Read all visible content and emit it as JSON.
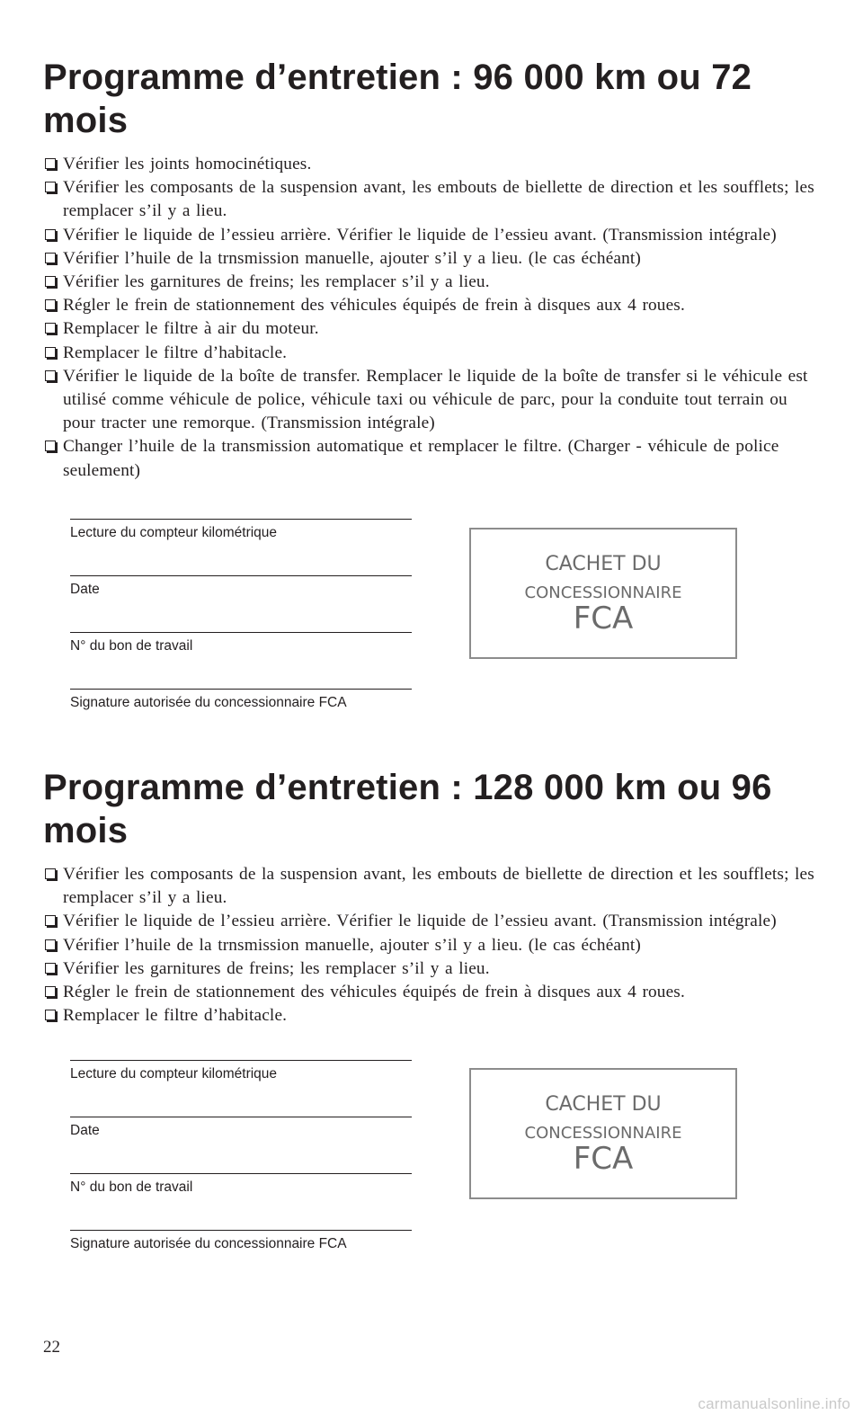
{
  "sections": [
    {
      "title": "Programme d’entretien : 96 000 km ou 72 mois",
      "items": [
        "Vérifier les joints homocinétiques.",
        "Vérifier les composants de la suspension avant, les embouts de biellette de direction et les soufflets; les remplacer s’il y a lieu.",
        "Vérifier le liquide de l’essieu arrière. Vérifier le liquide de l’essieu avant. (Transmission intégrale)",
        "Vérifier l’huile de la trnsmission manuelle, ajouter s’il y a lieu. (le cas échéant)",
        "Vérifier les garnitures de freins; les remplacer s’il y a lieu.",
        "Régler le frein de stationnement des véhicules équipés de frein à disques aux 4 roues.",
        "Remplacer le filtre à air du moteur.",
        "Remplacer le filtre d’habitacle.",
        "Vérifier le liquide de la boîte de transfer. Remplacer le liquide de la boîte de transfer si le véhicule est utilisé comme véhicule de police, véhicule taxi ou véhicule de parc, pour la conduite tout terrain ou pour tracter une remorque. (Transmission intégrale)",
        "Changer l’huile de la transmission automatique et remplacer le filtre. (Charger - véhicule de police seulement)"
      ]
    },
    {
      "title": "Programme d’entretien : 128 000 km ou 96 mois",
      "items": [
        "Vérifier les composants de la suspension avant, les embouts de biellette de direction et les soufflets; les remplacer s’il y a lieu.",
        "Vérifier le liquide de l’essieu arrière. Vérifier le liquide de l’essieu avant. (Transmission intégrale)",
        "Vérifier l’huile de la trnsmission manuelle, ajouter s’il y a lieu. (le cas échéant)",
        "Vérifier les garnitures de freins; les remplacer s’il y a lieu.",
        "Régler le frein de stationnement des véhicules équipés de frein à disques aux 4 roues.",
        "Remplacer le filtre d’habitacle."
      ]
    }
  ],
  "form_fields": {
    "odometer": "Lecture du compteur kilométrique",
    "date": "Date",
    "work_order": "N° du bon de travail",
    "signature": "Signature autorisée du concessionnaire FCA"
  },
  "stamp": {
    "line1": "CACHET DU",
    "line2": "CONCESSIONNAIRE",
    "line3": "FCA"
  },
  "page_number": "22",
  "watermark": "carmanualsonline.info"
}
